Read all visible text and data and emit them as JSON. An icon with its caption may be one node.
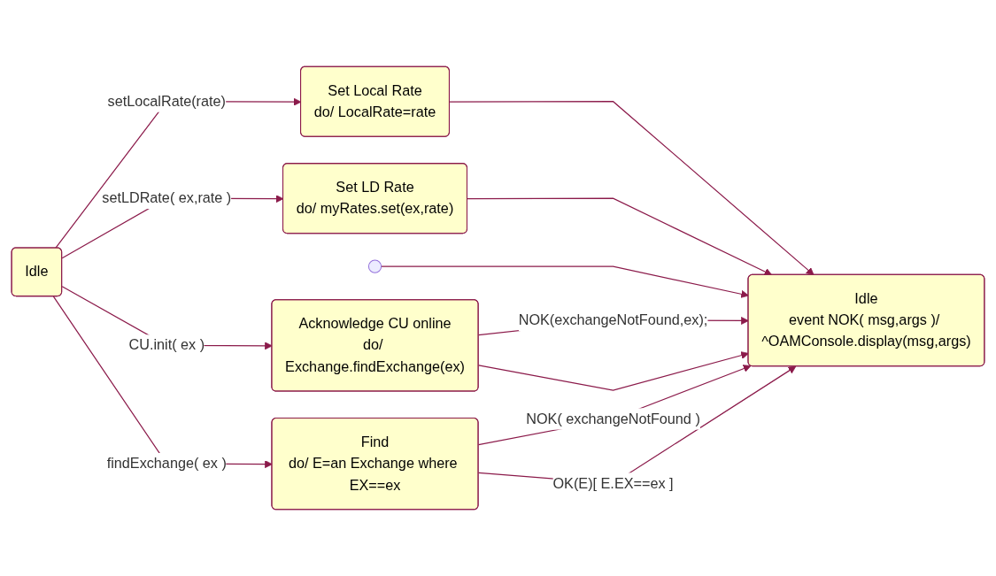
{
  "diagram": {
    "nodes": [
      {
        "text": [
          "Idle"
        ]
      },
      {
        "text": [
          "Set Local Rate",
          "do/ LocalRate=rate"
        ]
      },
      {
        "text": [
          "Set LD Rate",
          "do/ myRates.set(ex,rate)"
        ]
      },
      {
        "text": [],
        "shape": "circle"
      },
      {
        "text": [
          "Idle",
          "event NOK( msg,args )/ ^OAMConsole.display(msg,args)"
        ]
      },
      {
        "text": [
          "Acknowledge CU online",
          "do/ Exchange.findExchange(ex)"
        ]
      },
      {
        "text": [
          "Find",
          "do/ E=an Exchange where EX==ex"
        ]
      }
    ],
    "edges": [
      {
        "from": 0,
        "to": 1,
        "arrow": "to",
        "label": "setLocalRate(rate)"
      },
      {
        "from": 0,
        "to": 2,
        "arrow": "to",
        "label": "setLDRate( ex,rate )"
      },
      {
        "from": 0,
        "to": 5,
        "arrow": "to",
        "label": "CU.init( ex )"
      },
      {
        "from": 0,
        "to": 6,
        "arrow": "to",
        "label": "findExchange( ex )"
      },
      {
        "from": 1,
        "to": 4,
        "arrow": "to"
      },
      {
        "from": 2,
        "to": 4,
        "arrow": "to"
      },
      {
        "from": 3,
        "to": 4,
        "arrow": "to"
      },
      {
        "from": 5,
        "to": 4,
        "arrow": "to",
        "label": "NOK(exchangeNotFound,ex);"
      },
      {
        "from": 5,
        "to": 4,
        "arrow": "to"
      },
      {
        "from": 6,
        "to": 4,
        "arrow": "to",
        "label": "NOK( exchangeNotFound )"
      },
      {
        "from": 6,
        "to": 4,
        "arrow": "to",
        "label": "OK(E)[ E.EX==ex ]"
      }
    ]
  }
}
